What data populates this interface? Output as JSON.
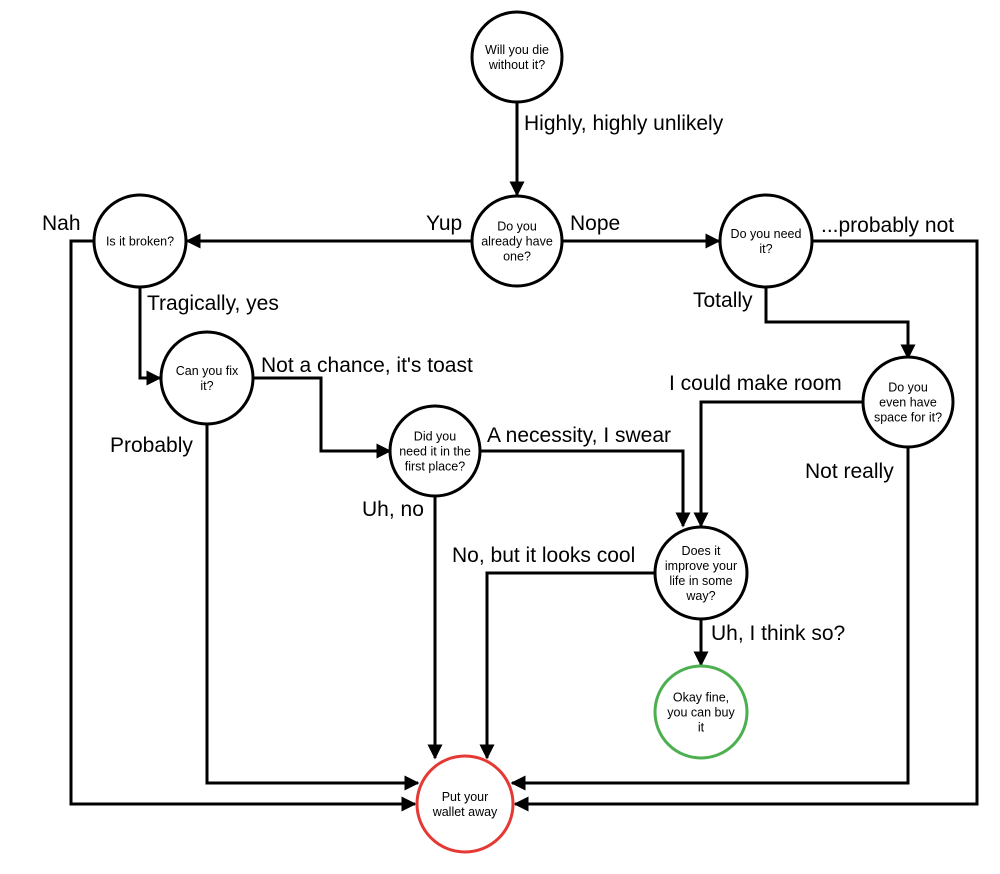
{
  "title": "Should you buy it? flowchart",
  "colors": {
    "line": "#000000",
    "default_node": "#000000",
    "yes_node": "#4caf50",
    "no_node": "#e53935"
  },
  "nodes": {
    "die": {
      "lines": [
        "Will you die",
        "without it?"
      ],
      "kind": "default"
    },
    "have": {
      "lines": [
        "Do you",
        "already have",
        "one?"
      ],
      "kind": "default"
    },
    "broken": {
      "lines": [
        "Is it broken?"
      ],
      "kind": "default"
    },
    "need": {
      "lines": [
        "Do you need",
        "it?"
      ],
      "kind": "default"
    },
    "fix": {
      "lines": [
        "Can you fix",
        "it?"
      ],
      "kind": "default"
    },
    "first": {
      "lines": [
        "Did you",
        "need it in the",
        "first place?"
      ],
      "kind": "default"
    },
    "space": {
      "lines": [
        "Do you",
        "even have",
        "space for it?"
      ],
      "kind": "default"
    },
    "improve": {
      "lines": [
        "Does it",
        "improve your",
        "life in some",
        "way?"
      ],
      "kind": "default"
    },
    "buy": {
      "lines": [
        "Okay fine,",
        "you can buy",
        "it"
      ],
      "kind": "yes"
    },
    "wallet": {
      "lines": [
        "Put your",
        "wallet away"
      ],
      "kind": "no"
    }
  },
  "edges": [
    {
      "from": "die",
      "to": "have",
      "label": "Highly, highly unlikely"
    },
    {
      "from": "have",
      "to": "broken",
      "label": "Yup"
    },
    {
      "from": "have",
      "to": "need",
      "label": "Nope"
    },
    {
      "from": "broken",
      "to": "wallet",
      "label": "Nah"
    },
    {
      "from": "broken",
      "to": "fix",
      "label": "Tragically, yes"
    },
    {
      "from": "need",
      "to": "wallet",
      "label": "...probably not"
    },
    {
      "from": "need",
      "to": "space",
      "label": "Totally"
    },
    {
      "from": "fix",
      "to": "first",
      "label": "Not a chance, it's toast"
    },
    {
      "from": "fix",
      "to": "wallet",
      "label": "Probably"
    },
    {
      "from": "first",
      "to": "improve",
      "label": "A necessity, I swear"
    },
    {
      "from": "first",
      "to": "wallet",
      "label": "Uh, no"
    },
    {
      "from": "space",
      "to": "improve",
      "label": "I could make room"
    },
    {
      "from": "space",
      "to": "wallet",
      "label": "Not really"
    },
    {
      "from": "improve",
      "to": "wallet",
      "label": "No, but it looks cool"
    },
    {
      "from": "improve",
      "to": "buy",
      "label": "Uh, I think so?"
    }
  ]
}
